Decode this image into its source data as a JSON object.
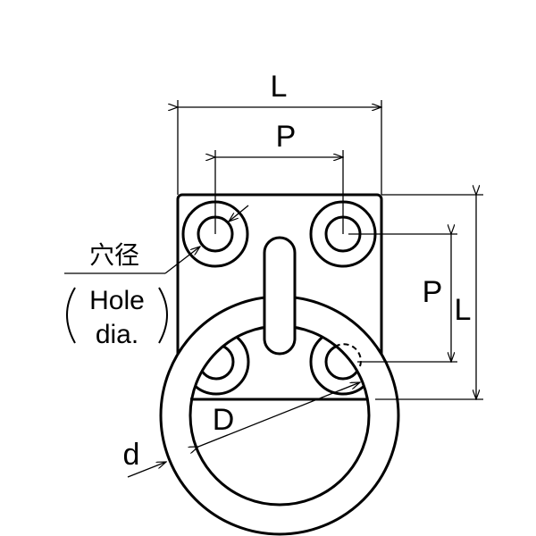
{
  "labels": {
    "overall_length_top": "L",
    "pitch_top": "P",
    "pitch_side": "P",
    "overall_length_side": "L",
    "ring_inner_dia": "D",
    "ring_wire_dia": "d",
    "hole_dia_jp": "穴径",
    "hole_dia_en_line1": "Hole",
    "hole_dia_en_line2": "dia."
  },
  "colors": {
    "line": "#000000",
    "background": "#ffffff"
  }
}
